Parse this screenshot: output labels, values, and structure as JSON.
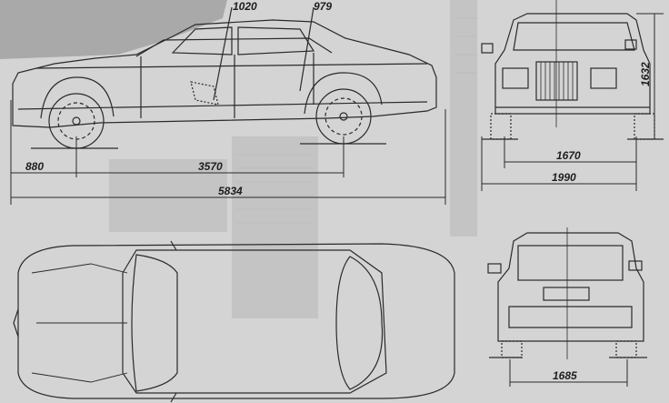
{
  "drawing": {
    "subject": "car-blueprint",
    "views": [
      "side",
      "front",
      "top",
      "rear"
    ],
    "dimensions": {
      "front_door": "1020",
      "rear_door": "979",
      "front_overhang": "880",
      "wheelbase": "3570",
      "overall_length": "5834",
      "height": "1632",
      "front_track": "1670",
      "overall_width": "1990",
      "rear_track": "1685"
    },
    "colors": {
      "paper": "#d4d4d4",
      "ink": "#2a2a2a",
      "shade": "#a9a9a9"
    }
  }
}
